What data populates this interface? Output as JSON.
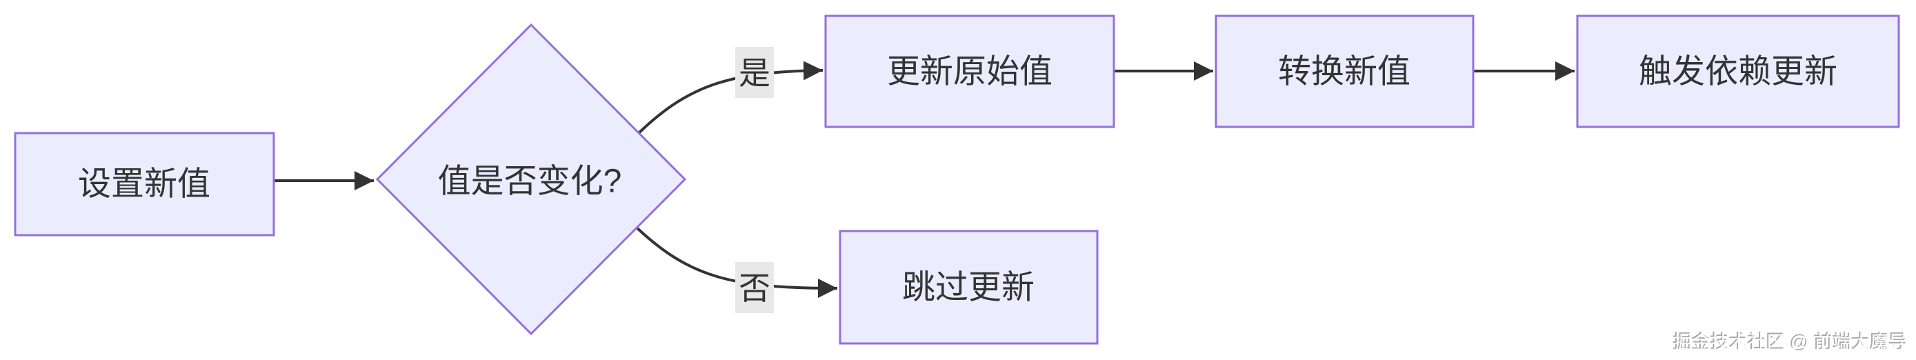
{
  "diagram": {
    "type": "flowchart",
    "direction": "left-to-right",
    "nodes": [
      {
        "id": "set-new-value",
        "shape": "rect",
        "label": "设置新值"
      },
      {
        "id": "value-changed",
        "shape": "diamond",
        "label": "值是否变化?"
      },
      {
        "id": "update-original",
        "shape": "rect",
        "label": "更新原始值"
      },
      {
        "id": "convert-new",
        "shape": "rect",
        "label": "转换新值"
      },
      {
        "id": "trigger-deps",
        "shape": "rect",
        "label": "触发依赖更新"
      },
      {
        "id": "skip-update",
        "shape": "rect",
        "label": "跳过更新"
      }
    ],
    "edges": [
      {
        "from": "set-new-value",
        "to": "value-changed",
        "label": ""
      },
      {
        "from": "value-changed",
        "to": "update-original",
        "label": "是"
      },
      {
        "from": "update-original",
        "to": "convert-new",
        "label": ""
      },
      {
        "from": "convert-new",
        "to": "trigger-deps",
        "label": ""
      },
      {
        "from": "value-changed",
        "to": "skip-update",
        "label": "否"
      }
    ]
  },
  "watermark": "掘金技术社区 @ 前端大魔导",
  "colors": {
    "node_fill": "#ECECFF",
    "node_border": "#9370DB",
    "edge": "#333333",
    "text": "#333333",
    "edge_label_background": "#e8e8e8",
    "watermark": "#a8a8a8",
    "background": "#ffffff"
  }
}
